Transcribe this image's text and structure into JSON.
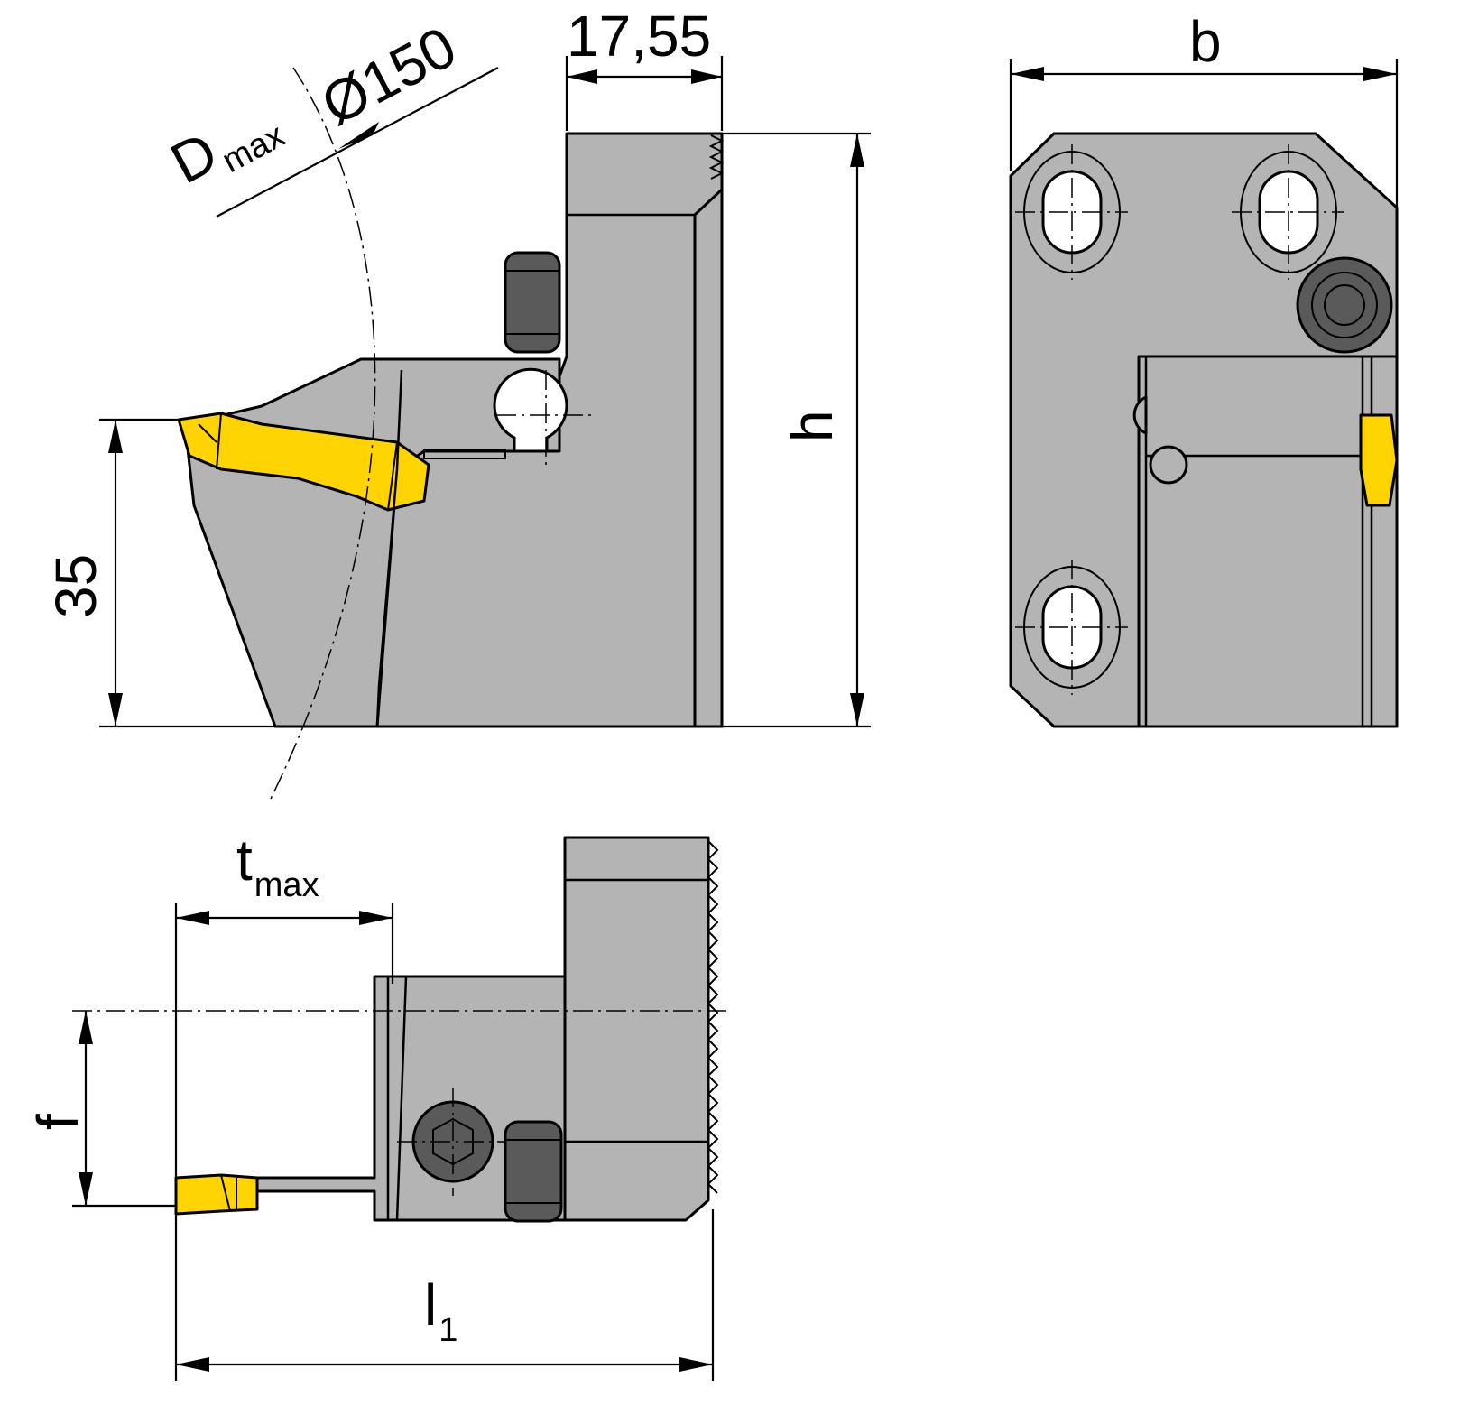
{
  "dimensions": {
    "d_max_main": "D",
    "d_max_sub": "max",
    "diameter": "Ø150",
    "width_17": "17,55",
    "height": "h",
    "height_35": "35",
    "width_b": "b",
    "t_max_main": "t",
    "t_max_sub": "max",
    "f": "f",
    "l1_main": "l",
    "l1_sub": "1"
  },
  "colors": {
    "body": "#b4b4b4",
    "insert": "#ffd400",
    "screw": "#5a5a5a",
    "line": "#000000",
    "background": "#ffffff"
  }
}
